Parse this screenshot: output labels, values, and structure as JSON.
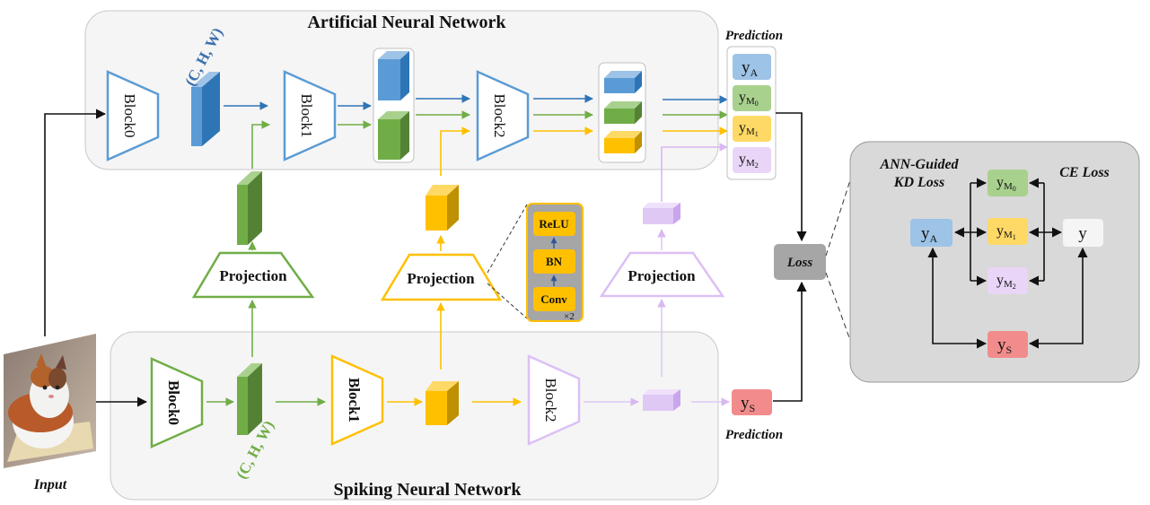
{
  "titles": {
    "ann": "Artificial Neural Network",
    "snn": "Spiking Neural Network"
  },
  "labels": {
    "input": "Input",
    "prediction_top": "Prediction",
    "prediction_bottom": "Prediction",
    "loss": "Loss",
    "kd_loss_line1": "ANN-Guided",
    "kd_loss_line2": "KD Loss",
    "ce_loss": "CE Loss",
    "shape_ann": "(C, H, W)",
    "shape_snn": "(C, H, W)",
    "times2": "×2"
  },
  "ann_blocks": [
    "Block0",
    "Block1",
    "Block2"
  ],
  "snn_blocks": [
    "Block0",
    "Block1",
    "Block2"
  ],
  "projections": [
    "Projection",
    "Projection",
    "Projection"
  ],
  "proj_detail": [
    "ReLU",
    "BN",
    "Conv"
  ],
  "outputs": {
    "ya": {
      "base": "y",
      "sub": "A"
    },
    "ym0": {
      "base": "y",
      "sub": "M",
      "subsub": "0"
    },
    "ym1": {
      "base": "y",
      "sub": "M",
      "subsub": "1"
    },
    "ym2": {
      "base": "y",
      "sub": "M",
      "subsub": "2"
    },
    "ys": {
      "base": "y",
      "sub": "S"
    },
    "y": {
      "base": "y"
    }
  },
  "colors": {
    "blue": "#5b9bd5",
    "blue_dark": "#2e75b6",
    "green": "#70ad47",
    "green_dark": "#548235",
    "gold": "#ffc000",
    "gold_dark": "#bf9000",
    "lavender": "#e0c8f5",
    "lavender_dark": "#c9a6ec",
    "red": "#f28c8c",
    "gray_panel": "#d9d9d9",
    "loss_box": "#a6a6a6"
  }
}
